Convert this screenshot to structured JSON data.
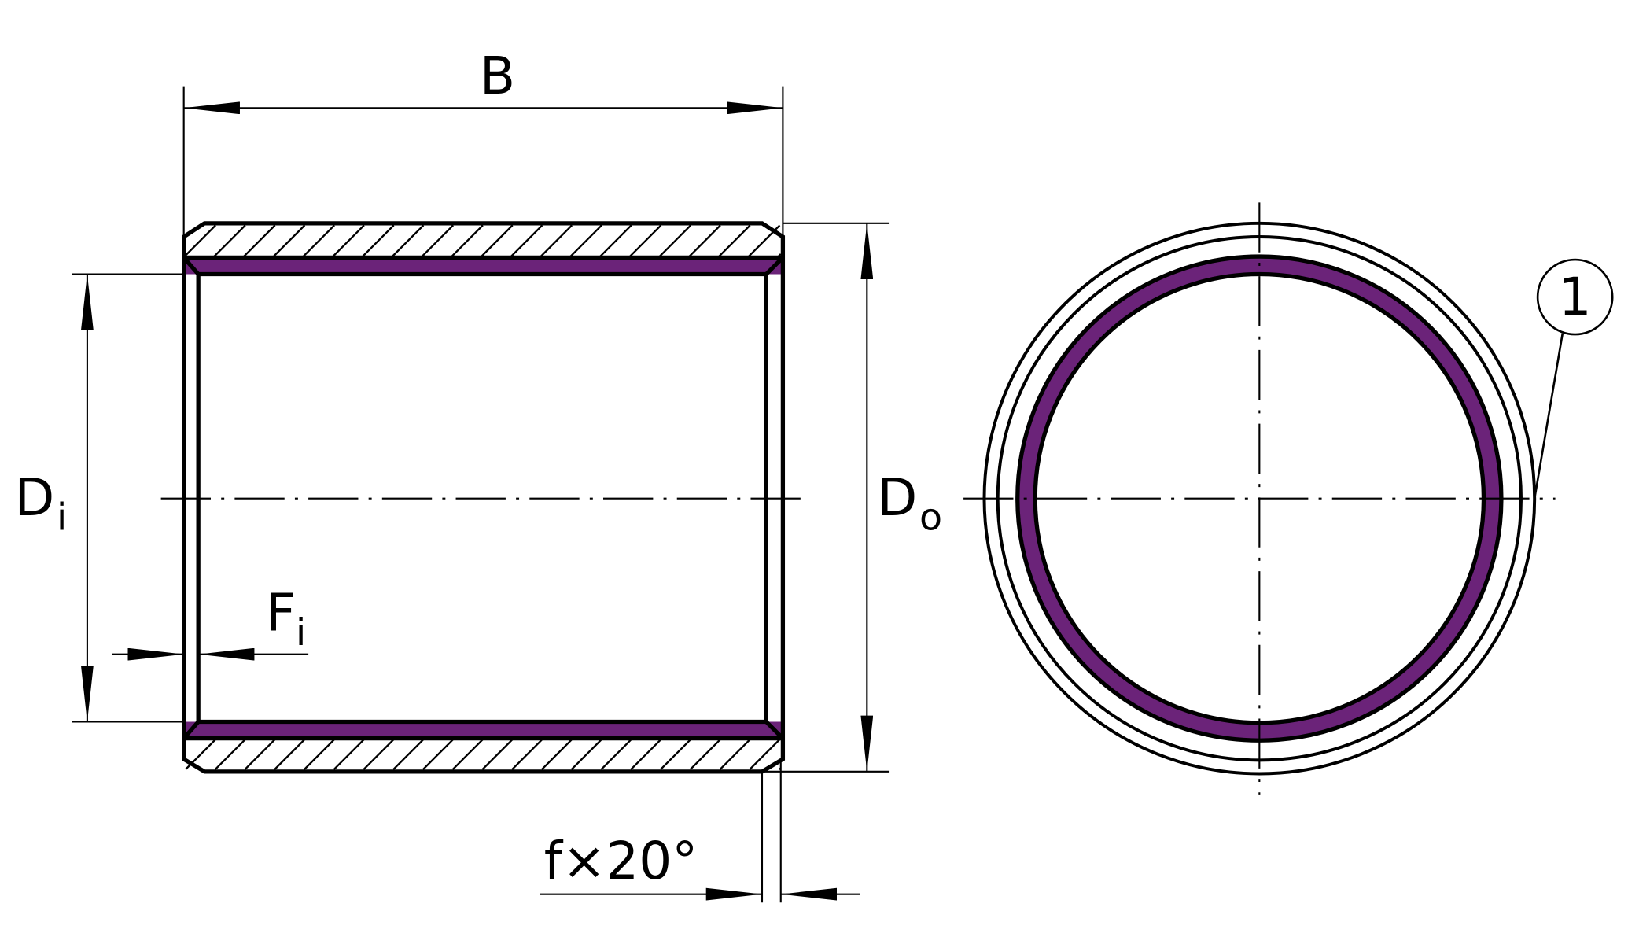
{
  "drawing": {
    "title": "Bushing dimension drawing",
    "liner_color": "#6b2379",
    "labels": {
      "width": "B",
      "inner_diameter_main": "D",
      "inner_diameter_sub": "i",
      "outer_diameter_main": "D",
      "outer_diameter_sub": "o",
      "inner_chamfer_main": "F",
      "inner_chamfer_sub": "i",
      "outer_chamfer": "f×20°",
      "callout": "1"
    }
  }
}
